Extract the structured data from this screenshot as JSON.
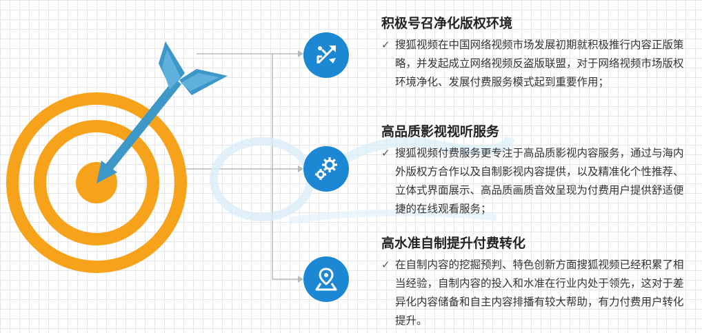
{
  "sections": [
    {
      "title": "积极号召净化版权环境",
      "text": "搜狐视频在中国网络视频市场发展初期就积极推行内容正版策略，并发起成立网络视频反盗版联盟，对于网络视频市场版权环境净化、发展付费服务模式起到重要作用；",
      "icon": "share-arrows-icon"
    },
    {
      "title": "高品质影视视听服务",
      "text": "搜狐视频付费服务更专注于高品质影视内容服务，通过与海内外版权方合作以及自制影视内容提供，以及精准化个性推荐、立体式界面展示、高品质画质音效呈现为付费用户提供舒适便捷的在线观看服务；",
      "icon": "gears-icon"
    },
    {
      "title": "高水准自制提升付费转化",
      "text": "在自制内容的挖掘预判、特色创新方面搜狐视频已经积累了相当经验，自制内容的投入和水准在行业内处于领先，这对于差异化内容储备和自主内容排播有较大帮助，有力付费用户转化提升。",
      "icon": "map-pin-icon"
    }
  ],
  "check_mark": "✓",
  "colors": {
    "target_orange": "#f7a21b",
    "arrow_blue": "#3d97c7",
    "icon_blue": "#1c88d4",
    "connector_gray": "#b8b8b8"
  }
}
